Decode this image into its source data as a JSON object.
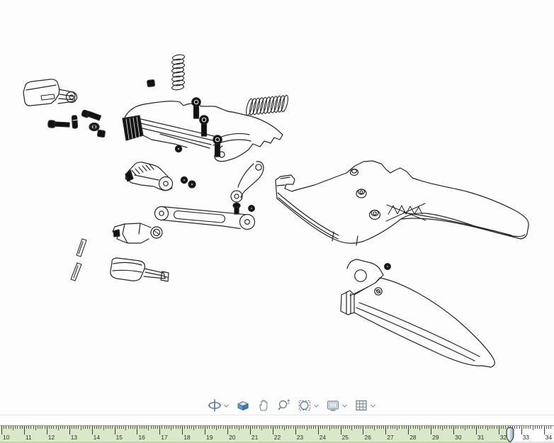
{
  "app": {
    "kind": "cad-exploded-view-viewer"
  },
  "toolbar": {
    "tools": [
      {
        "name": "orbit",
        "has_dropdown": true
      },
      {
        "name": "look-at",
        "has_dropdown": false
      },
      {
        "name": "pan",
        "has_dropdown": false
      },
      {
        "name": "zoom",
        "has_dropdown": false
      },
      {
        "name": "zoom-window",
        "has_dropdown": true
      },
      {
        "name": "display-style",
        "has_dropdown": true
      },
      {
        "name": "grid",
        "has_dropdown": true
      }
    ]
  },
  "ruler": {
    "unit_start": 10,
    "unit_end": 34,
    "minor_divisions": 10,
    "marker_value": 32.5,
    "labels": [
      "10",
      "11",
      "12",
      "13",
      "14",
      "15",
      "16",
      "17",
      "18",
      "19",
      "20",
      "21",
      "22",
      "23",
      "24",
      "25",
      "26",
      "27",
      "28",
      "29",
      "30",
      "31",
      "32",
      "33",
      "34"
    ],
    "filled_color": "#d9e8c8",
    "unfilled_color": "#fefefe",
    "tick_color": "#3c3c38",
    "label_color": "#30302c"
  },
  "drawing": {
    "parts": [
      "latch-lever",
      "fastener-set",
      "compression-spring-vertical",
      "set-block",
      "upper-jaw-assembly",
      "compression-spring-horizontal",
      "cutting-blade",
      "lock-nuts",
      "curved-lever-arm",
      "connecting-link-bar",
      "ratchet-pawl",
      "spring-pins",
      "release-latch",
      "cutter-main-body",
      "lower-handle",
      "o-ring"
    ],
    "line_color": "#262626"
  },
  "colors": {
    "icon_gray": "#6b7b8a",
    "icon_blue": "#3f80c0",
    "canvas_bg": "#fdfdfd",
    "ruler_green": "#d9e8c8",
    "marker_outline": "#4a5568"
  }
}
